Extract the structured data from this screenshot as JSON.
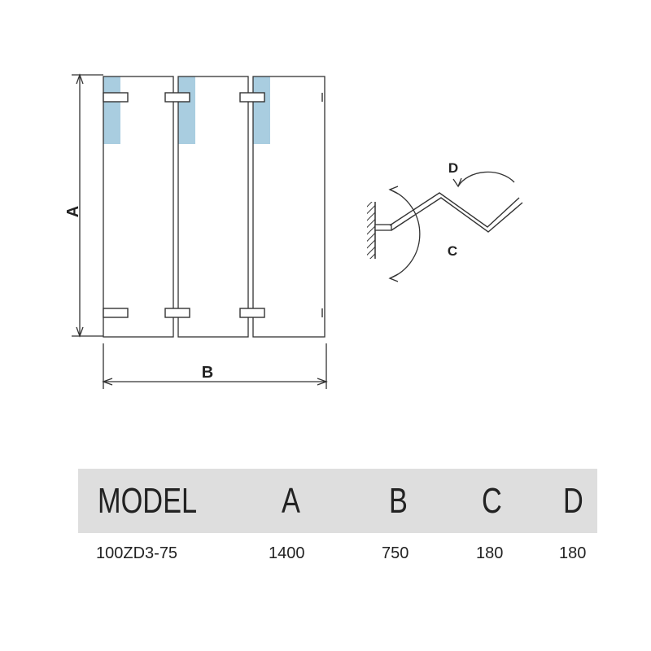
{
  "diagram": {
    "labels": {
      "a": "A",
      "b": "B",
      "c": "C",
      "d": "D"
    },
    "colors": {
      "line": "#333333",
      "glass_highlight": "#a9cde0",
      "background": "#ffffff"
    }
  },
  "table": {
    "header": {
      "model": "MODEL",
      "a": "A",
      "b": "B",
      "c": "C",
      "d": "D"
    },
    "row": {
      "model": "100ZD3-75",
      "a": "1400",
      "b": "750",
      "c": "180",
      "d": "180"
    },
    "header_background": "#dedede"
  }
}
